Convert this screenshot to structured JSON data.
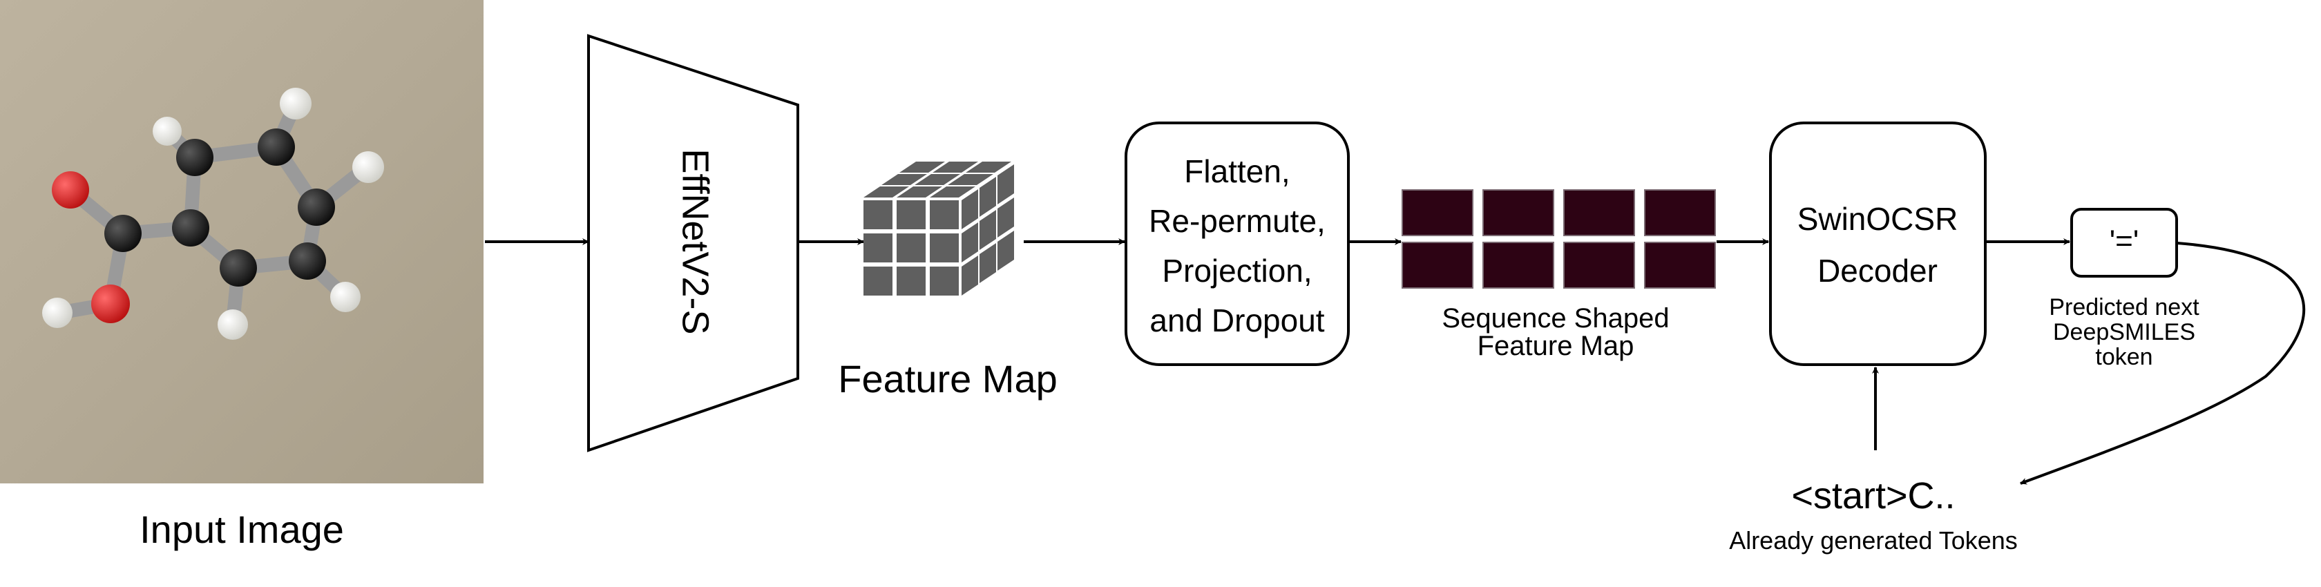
{
  "input": {
    "label": "Input Image"
  },
  "encoder": {
    "label": "EffNetV2-S"
  },
  "feature_map": {
    "label": "Feature Map"
  },
  "projection": {
    "lines": [
      "Flatten,",
      "Re-permute,",
      "Projection,",
      "and Dropout"
    ]
  },
  "sequence": {
    "lines": [
      "Sequence Shaped",
      "Feature Map"
    ],
    "cell_color": "#2d0314"
  },
  "decoder": {
    "lines": [
      "SwinOCSR",
      "Decoder"
    ]
  },
  "token": {
    "value": "'='",
    "caption_lines": [
      "Predicted next",
      "DeepSMILES",
      "token"
    ]
  },
  "generated": {
    "value": "<start>C..",
    "caption": "Already generated Tokens"
  },
  "colors": {
    "cube": "#5f5f5f",
    "photo_bg": "#b6ac99",
    "oxygen": "#d21818",
    "carbon": "#151515",
    "hydrogen": "#f2f2ee"
  }
}
